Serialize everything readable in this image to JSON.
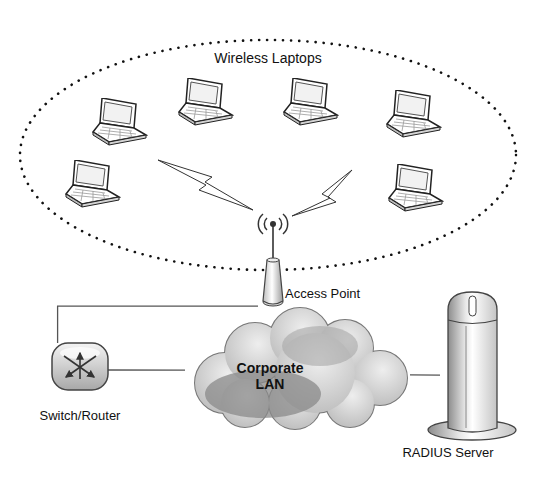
{
  "diagram": {
    "nodes": [
      {
        "text": [
          "Wireless Laptops"
        ]
      },
      {
        "text": [
          "Access Point"
        ]
      },
      {
        "text": [
          "Switch/Router"
        ]
      },
      {
        "text": [
          "Corporate LAN"
        ]
      },
      {
        "text": [
          "RADIUS Server"
        ]
      }
    ],
    "edges": [
      {
        "from": 1,
        "to": 2,
        "arrow": "none"
      },
      {
        "from": 2,
        "to": 3,
        "arrow": "none"
      },
      {
        "from": 3,
        "to": 4,
        "arrow": "none"
      }
    ]
  }
}
